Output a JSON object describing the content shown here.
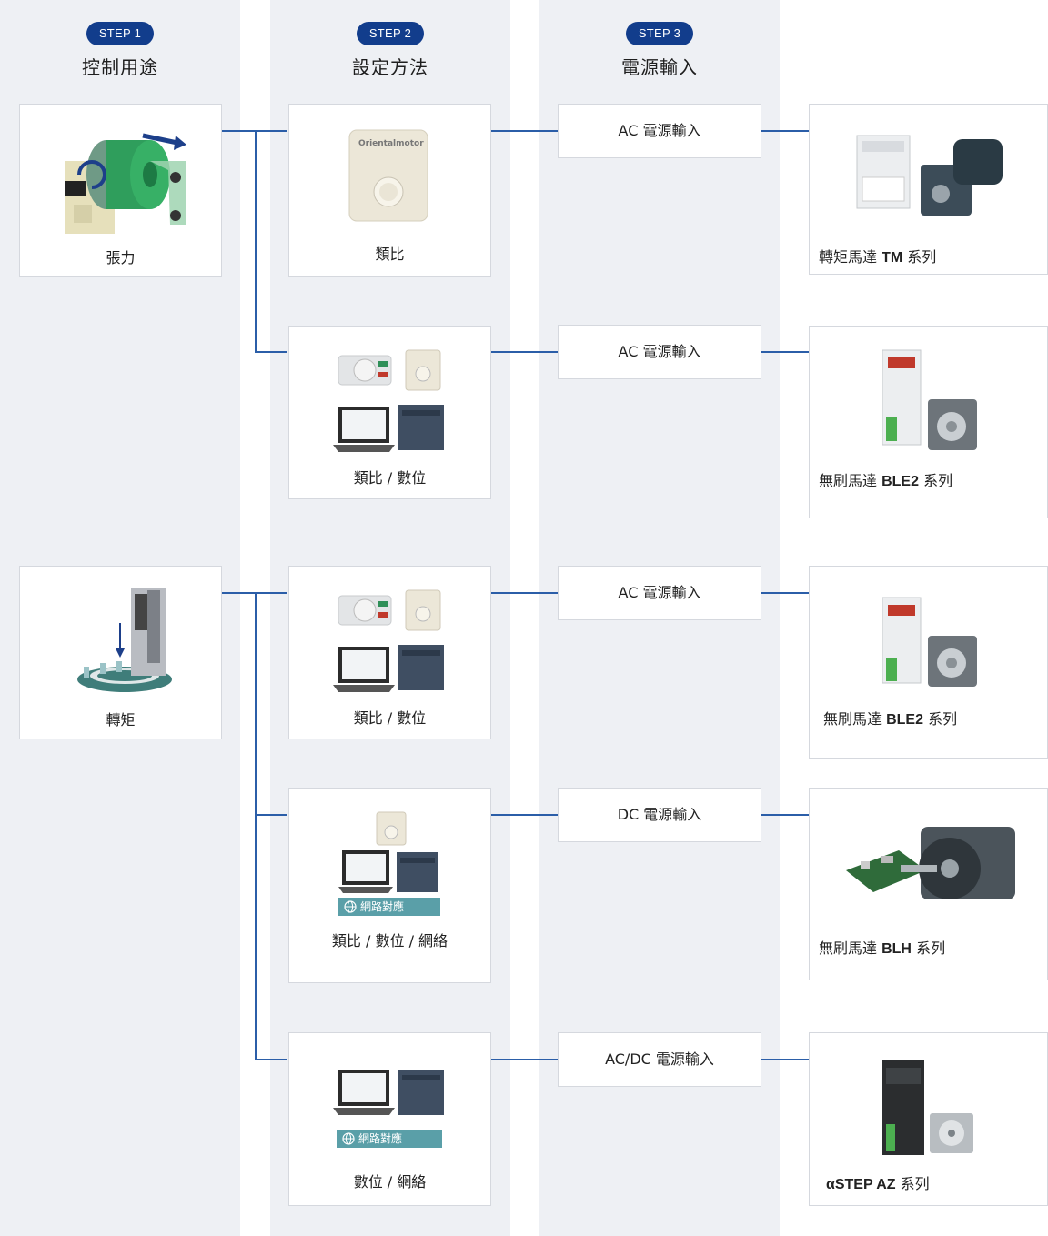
{
  "steps": [
    {
      "pill": "STEP 1",
      "title": "控制用途"
    },
    {
      "pill": "STEP 2",
      "title": "設定方法"
    },
    {
      "pill": "STEP 3",
      "title": "電源輸入"
    }
  ],
  "applications": [
    {
      "label": "張力"
    },
    {
      "label": "轉矩"
    }
  ],
  "methods": [
    {
      "label": "類比"
    },
    {
      "label": "類比 / 數位"
    },
    {
      "label": "類比 / 數位"
    },
    {
      "label": "類比 / 數位 / 網絡",
      "badge": "網路對應"
    },
    {
      "label": "數位 / 網絡",
      "badge": "網路對應"
    }
  ],
  "power": [
    {
      "label": "AC 電源輸入"
    },
    {
      "label": "AC 電源輸入"
    },
    {
      "label": "AC 電源輸入"
    },
    {
      "label": "DC 電源輸入"
    },
    {
      "label": "AC/DC 電源輸入"
    }
  ],
  "products": [
    {
      "prefix": "轉矩馬達 ",
      "name": "TM",
      "suffix": " 系列"
    },
    {
      "prefix": "無刷馬達 ",
      "name": "BLE2",
      "suffix": " 系列"
    },
    {
      "prefix": "無刷馬達 ",
      "name": "BLE2",
      "suffix": " 系列"
    },
    {
      "prefix": "無刷馬達 ",
      "name": "BLH",
      "suffix": " 系列"
    },
    {
      "prefix": "αSTEP ",
      "name": "AZ",
      "suffix": " 系列"
    }
  ],
  "device_text": {
    "knob_brand": "Orientalmotor"
  },
  "colors": {
    "line": "#2b5ea8",
    "step_pill": "#123d8c",
    "column_bg": "#eef0f4",
    "badge": "#5a9fa8"
  }
}
